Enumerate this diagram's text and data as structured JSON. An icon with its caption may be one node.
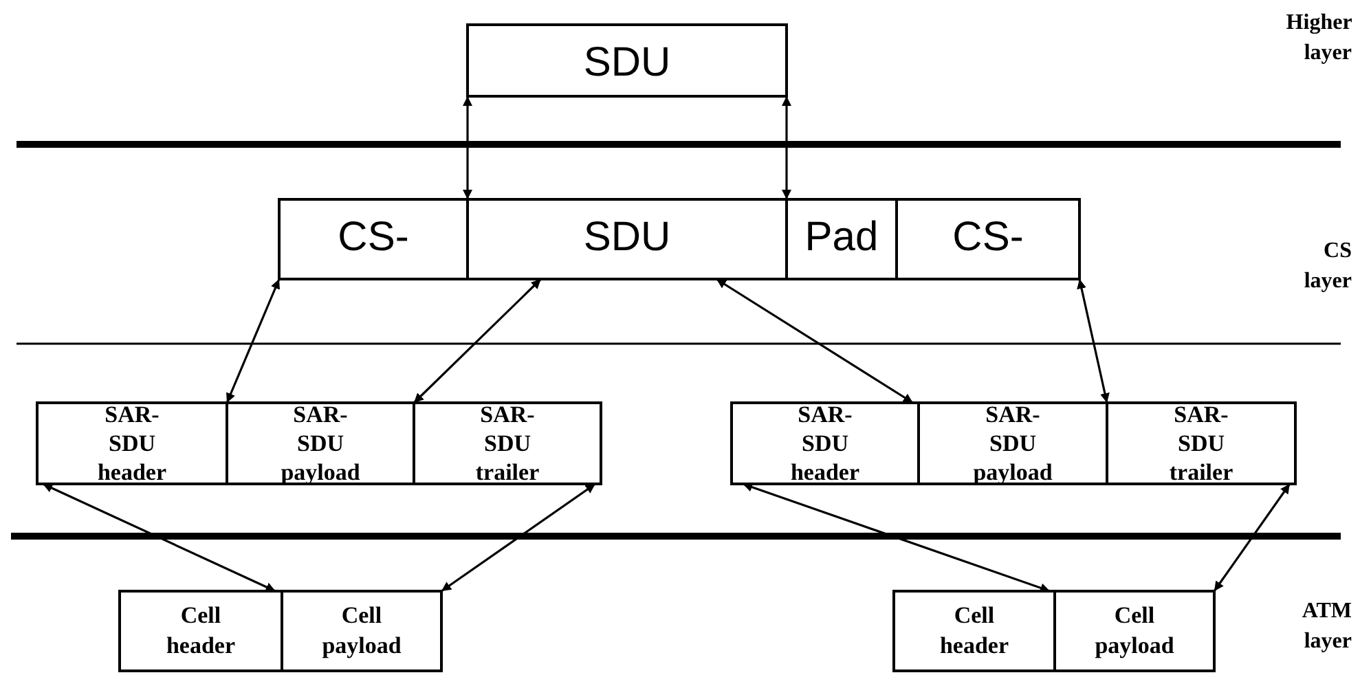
{
  "diagram": {
    "nodes": [
      {
        "text": [
          "SDU"
        ]
      },
      {
        "text": [
          "CS-"
        ]
      },
      {
        "text": [
          "SDU"
        ]
      },
      {
        "text": [
          "Pad"
        ]
      },
      {
        "text": [
          "CS-"
        ]
      },
      {
        "text": [
          "SAR-SDU header"
        ]
      },
      {
        "text": [
          "SAR-SDU payload"
        ]
      },
      {
        "text": [
          "SAR-SDU trailer"
        ]
      },
      {
        "text": [
          "SAR-SDU header"
        ]
      },
      {
        "text": [
          "SAR-SDU payload"
        ]
      },
      {
        "text": [
          "SAR-SDU trailer"
        ]
      },
      {
        "text": [
          "Cell header"
        ]
      },
      {
        "text": [
          "Cell payload"
        ]
      },
      {
        "text": [
          "Cell header"
        ]
      },
      {
        "text": [
          "Cell payload"
        ]
      }
    ],
    "edges": [
      {
        "from": 0,
        "to": 2,
        "arrow": "both"
      },
      {
        "from": 0,
        "to": 2,
        "arrow": "both"
      },
      {
        "from": 1,
        "to": 5,
        "arrow": "both"
      },
      {
        "from": 2,
        "to": 7,
        "arrow": "both"
      },
      {
        "from": 2,
        "to": 8,
        "arrow": "both"
      },
      {
        "from": 4,
        "to": 10,
        "arrow": "both"
      },
      {
        "from": 5,
        "to": 11,
        "arrow": "both"
      },
      {
        "from": 7,
        "to": 12,
        "arrow": "both"
      },
      {
        "from": 8,
        "to": 13,
        "arrow": "both"
      },
      {
        "from": 10,
        "to": 14,
        "arrow": "both"
      }
    ],
    "labels": [
      "Higher layer",
      "CS layer",
      "ATM layer"
    ]
  }
}
